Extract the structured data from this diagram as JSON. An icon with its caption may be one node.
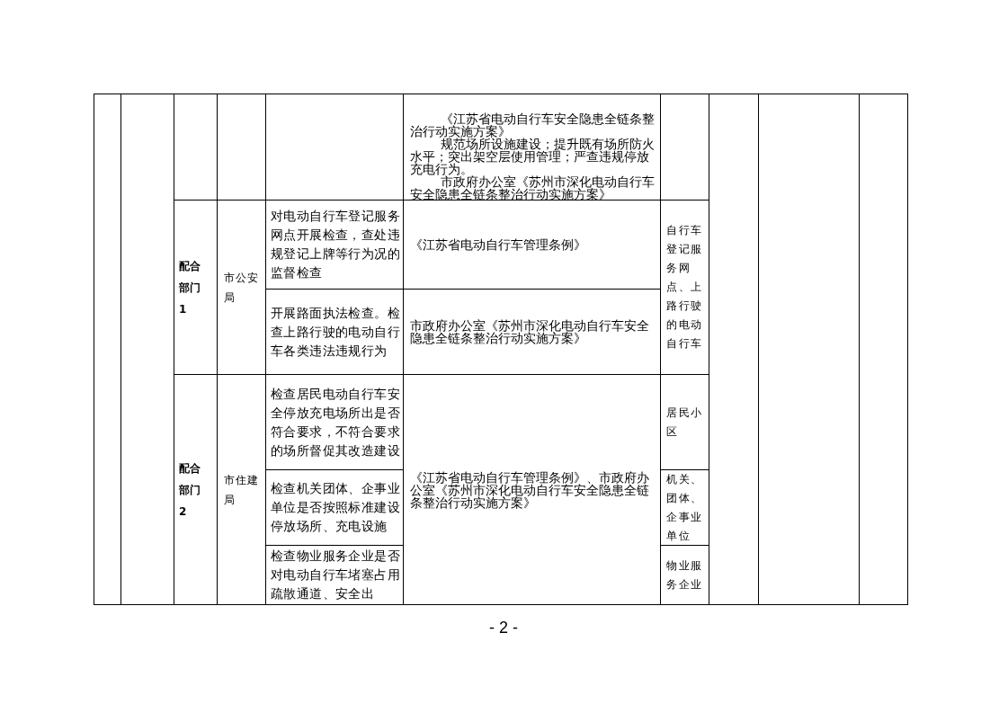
{
  "diagram": {
    "labels": [
      "《江苏省电动自行车安全隐患全链条整治行动实施方案》",
      "规范场所设施建设；提升既有场所防火水平；突出架空层使用管理；严查违规停放充电行为。",
      "市政府办公室《苏州市深化电动自行车安全隐患全链条整治行动实施方案》",
      "配合部门1",
      "市公安局",
      "对电动自行车登记服务网点开展检查，查处违规登记上牌等行为况的监督检查",
      "《江苏省电动自行车管理条例》",
      "自行车登记服务网点、上路行驶的电动自行车",
      "开展路面执法检查。检查上路行驶的电动自行车各类违法违规行为",
      "市政府办公室《苏州市深化电动自行车安全隐患全链条整治行动实施方案》",
      "配合部门2",
      "市住建局",
      "检查居民电动自行车安全停放充电场所出是否符合要求，不符合要求的场所督促其改造建设",
      "《江苏省电动自行车管理条例》、市政府办公室《苏州市深化电动自行车安全隐患全链条整治行动实施方案》",
      "居民小区",
      "检查机关团体、企事业单位是否按照标准建设停放场所、充电设施",
      "机关、团体、企事业单位",
      "检查物业服务企业是否对电动自行车堵塞占用疏散通道、安全出",
      "物业服务企业",
      "- 2 -"
    ]
  }
}
